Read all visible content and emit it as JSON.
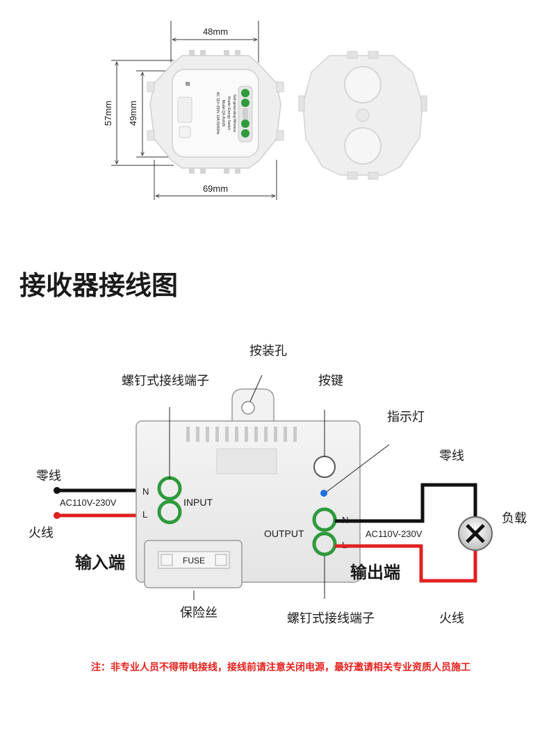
{
  "dimensions": {
    "width_label": "48mm",
    "height_label": "57mm",
    "inner_height_label": "49mm",
    "bottom_width_label": "69mm"
  },
  "device_label": {
    "line1": "Self-generating Wireless",
    "line2": "Kinetic Energy Switch",
    "line3": "Model:QX-Rsh26",
    "line4": "AC 110~250V 10A 50/60Hz"
  },
  "section_title": "接收器接线图",
  "labels": {
    "mounting_hole": "按装孔",
    "screw_terminal_top": "螺钉式接线端子",
    "button": "按键",
    "indicator_light": "指示灯",
    "neutral_right": "零线",
    "load": "负载",
    "neutral_left": "零线",
    "live_left": "火线",
    "input_end": "输入端",
    "output_end": "输出端",
    "fuse_label": "保险丝",
    "screw_terminal_bottom": "螺钉式接线端子",
    "live_right": "火线",
    "voltage_in": "AC110V-230V",
    "voltage_out": "AC110V-230V",
    "input": "INPUT",
    "output": "OUTPUT",
    "n_in": "N",
    "l_in": "L",
    "n_out": "N",
    "l_out": "L",
    "fuse": "FUSE"
  },
  "warning_note": "注：非专业人员不得带电接线，接线前请注意关闭电源，最好邀请相关专业资质人员施工",
  "colors": {
    "wire_neutral": "#111111",
    "wire_live": "#e02020",
    "terminal_green": "#2e9a3c",
    "indicator_blue": "#1e6fe0",
    "warning_red": "#e8201c"
  }
}
